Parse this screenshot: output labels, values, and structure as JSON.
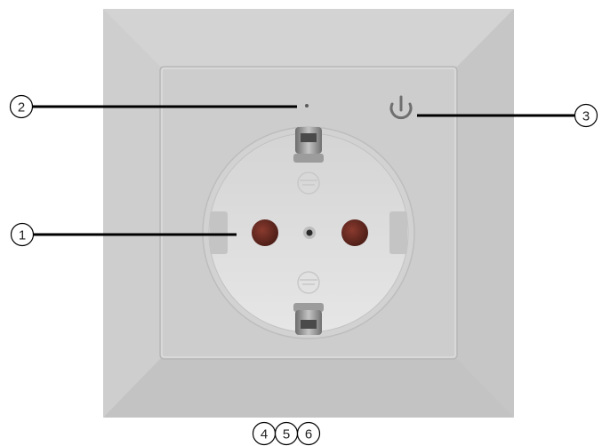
{
  "callouts": {
    "c1": "1",
    "c2": "2",
    "c3": "3",
    "c4": "4",
    "c5": "5",
    "c6": "6"
  },
  "colors": {
    "frame": "#c9c9c9",
    "inner_plate": "#cdcdcd",
    "socket_well": "#dedede",
    "contact_hole": "#6e2e24",
    "metal_clip": "#9a9a9a",
    "power_icon": "#6f6f6f",
    "leader_line": "#000000"
  },
  "icons": {
    "power_button": "power-icon",
    "led": "led-indicator"
  }
}
